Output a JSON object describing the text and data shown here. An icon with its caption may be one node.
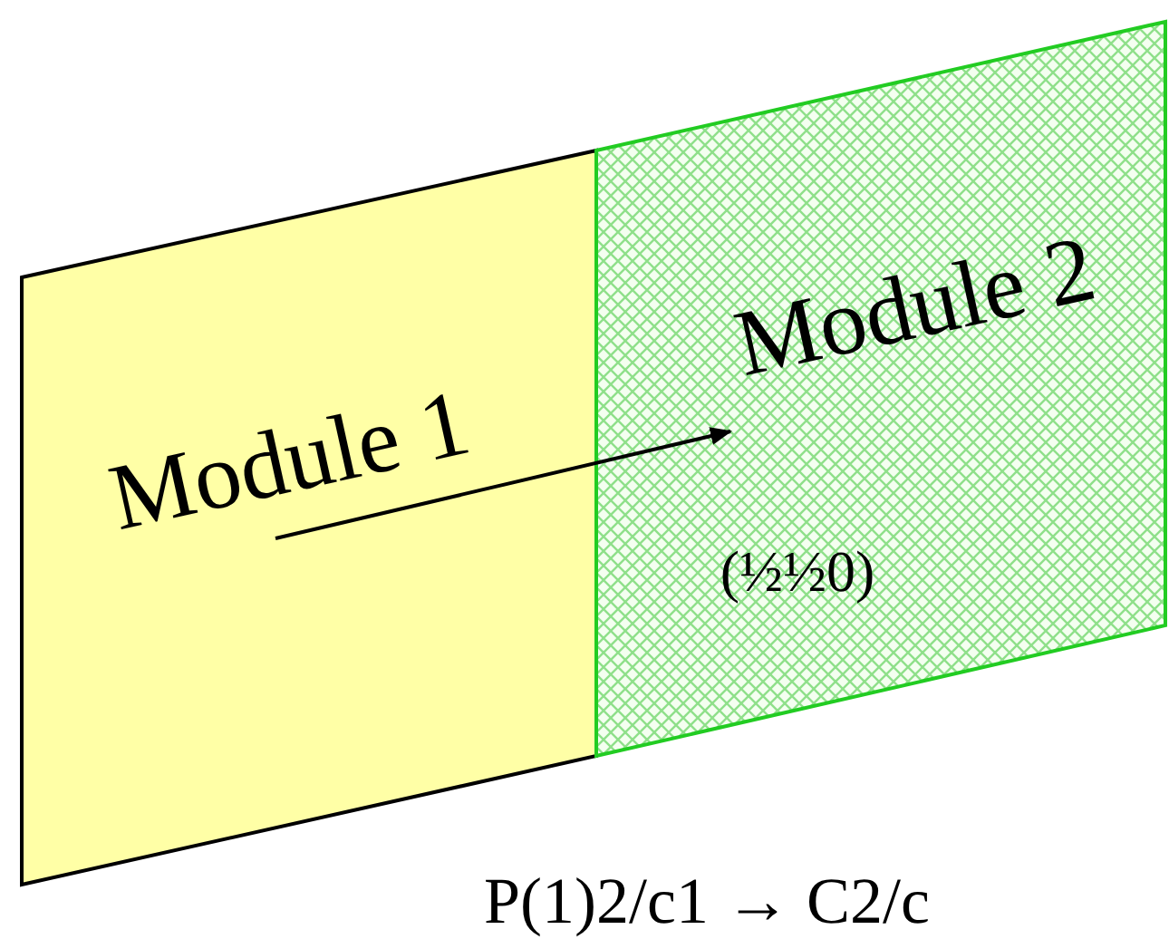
{
  "diagram": {
    "nodes": [
      {
        "text": [
          "Module 1"
        ]
      },
      {
        "text": [
          "Module 2"
        ]
      }
    ],
    "edges": [
      {
        "from": 0,
        "to": 1,
        "arrow": "to"
      }
    ],
    "labels": [
      "(½½0)"
    ],
    "caption": "P(1)2/c1 → C2/c"
  }
}
